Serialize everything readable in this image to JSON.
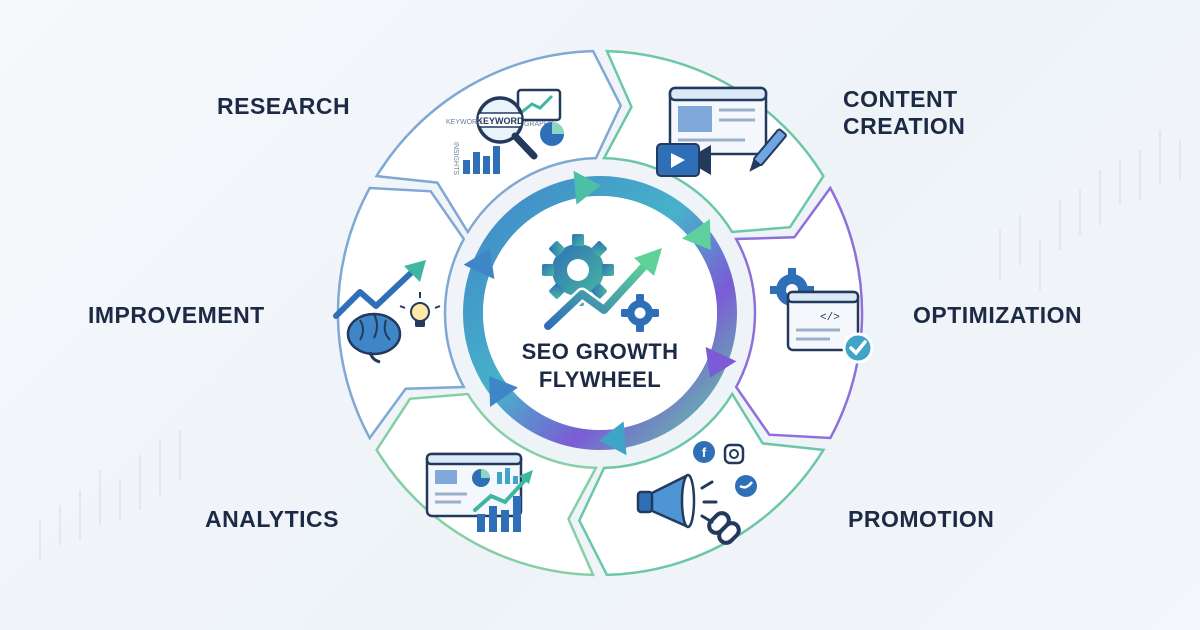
{
  "title": {
    "line1": "SEO GROWTH",
    "line2": "FLYWHEEL"
  },
  "stages": [
    {
      "label_lines": [
        "RESEARCH"
      ],
      "icon": "keyword-research-icon",
      "icon_words": [
        "KEYWORD",
        "KEYWORD",
        "GRAPHS",
        "INSIGHTS"
      ]
    },
    {
      "label_lines": [
        "CONTENT",
        "CREATION"
      ],
      "icon": "content-editor-icon"
    },
    {
      "label_lines": [
        "OPTIMIZATION"
      ],
      "icon": "code-optimization-icon"
    },
    {
      "label_lines": [
        "PROMOTION"
      ],
      "icon": "megaphone-social-icon"
    },
    {
      "label_lines": [
        "ANALYTICS"
      ],
      "icon": "analytics-dashboard-icon"
    },
    {
      "label_lines": [
        "IMPROVEMENT"
      ],
      "icon": "brain-growth-icon"
    }
  ],
  "colors": {
    "text": "#1d2a45",
    "blue": "#3b82c4",
    "teal": "#3fb6a0",
    "green": "#6fd39a",
    "purple": "#7b5cd6",
    "navy": "#23395d"
  }
}
